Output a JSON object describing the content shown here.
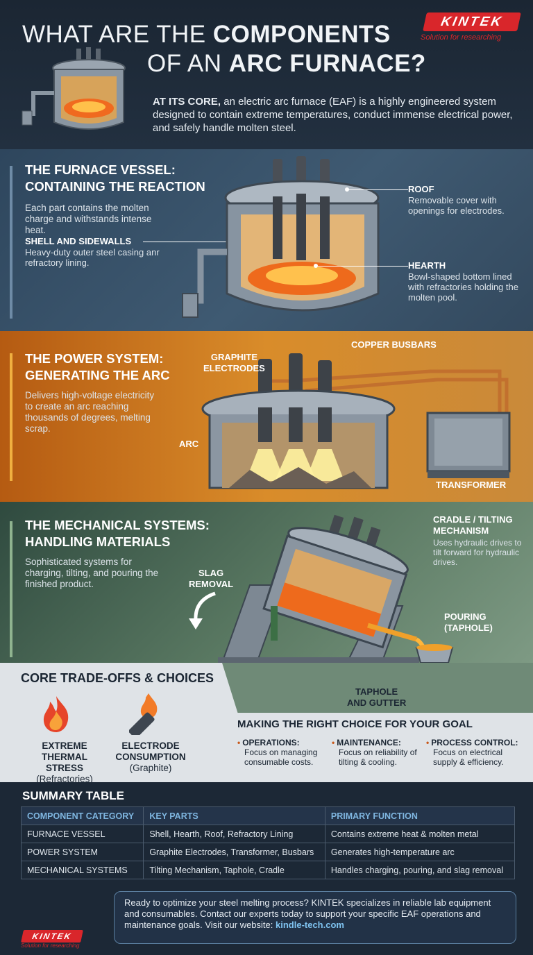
{
  "header": {
    "title_line1_light": "WHAT ARE THE",
    "title_line1_bold": "COMPONENTS",
    "title_line2_light": "OF AN",
    "title_line2_bold": "ARC FURNACE?",
    "logo_text": "KINTEK",
    "logo_tagline": "Solution for researching",
    "intro_bold": "AT ITS CORE,",
    "intro_text": " an electric arc furnace (EAF) is a highly engineered system designed to contain extreme temperatures, conduct immense electrical power, and safely handle molten steel."
  },
  "vessel": {
    "heading_line1": "THE FURNACE VESSEL:",
    "heading_line2": "CONTAINING THE REACTION",
    "desc": "Each part contains the molten charge and withstands intense heat.",
    "shell_label": "SHELL AND SIDEWALLS",
    "shell_desc": "Heavy-duty outer steel casing anr refractory lining.",
    "roof_label": "ROOF",
    "roof_desc": "Removable cover with openings for electrodes.",
    "hearth_label": "HEARTH",
    "hearth_desc": "Bowl-shaped bottom lined with refractories holding the molten pool."
  },
  "power": {
    "heading_line1": "THE POWER SYSTEM:",
    "heading_line2": "GENERATING THE ARC",
    "desc": "Delivers high-voltage electricity to create an arc reaching thousands of degrees, melting scrap.",
    "electrodes_line1": "GRAPHITE",
    "electrodes_line2": "ELECTRODES",
    "busbars_label": "COPPER BUSBARS",
    "arc_label": "ARC",
    "transformer_label": "TRANSFORMER"
  },
  "mechanical": {
    "heading_line1": "THE MECHANICAL SYSTEMS:",
    "heading_line2": "HANDLING MATERIALS",
    "desc": "Sophisticated systems for charging, tilting, and pouring the finished product.",
    "slag_line1": "SLAG",
    "slag_line2": "REMOVAL",
    "cradle_line1": "CRADLE / TILTING",
    "cradle_line2": "MECHANISM",
    "cradle_desc": "Uses hydraulic drives to tilt forward for hydraulic drives.",
    "pouring_line1": "POURING",
    "pouring_line2": "(TAPHOLE)",
    "taphole_line1": "TAPHOLE",
    "taphole_line2": "AND GUTTER"
  },
  "tradeoffs": {
    "title": "CORE TRADE-OFFS & CHOICES",
    "item1_line1": "EXTREME",
    "item1_line2": "THERMAL STRESS",
    "item1_sub": "(Refractories)",
    "item2_line1": "ELECTRODE",
    "item2_line2": "CONSUMPTION",
    "item2_sub": "(Graphite)",
    "choice_title": "MAKING THE RIGHT CHOICE FOR YOUR GOAL",
    "ops_label": "OPERATIONS:",
    "ops_desc": "Focus on managing consumable costs.",
    "maint_label": "MAINTENANCE:",
    "maint_desc": "Focus on reliability of tilting & cooling.",
    "proc_label": "PROCESS CONTROL:",
    "proc_desc": "Focus on electrical supply & efficiency."
  },
  "summary": {
    "title": "SUMMARY TABLE",
    "headers": [
      "COMPONENT CATEGORY",
      "KEY PARTS",
      "PRIMARY FUNCTION"
    ],
    "rows": [
      [
        "FURNACE VESSEL",
        "Shell, Hearth, Roof, Refractory Lining",
        "Contains extreme heat & molten metal"
      ],
      [
        "POWER SYSTEM",
        "Graphite Electrodes, Transformer, Busbars",
        "Generates high-temperature arc"
      ],
      [
        "MECHANICAL SYSTEMS",
        "Tilting Mechanism, Taphole, Cradle",
        "Handles charging, pouring, and slag removal"
      ]
    ],
    "cta_text": "Ready to optimize your steel melting process? KINTEK specializes in reliable lab equipment and consumables. Contact our experts today to support your specific EAF operations and maintenance goals. Visit our website: ",
    "cta_link": "kindle-tech.com"
  },
  "colors": {
    "vessel_bar": "#6e8ba6",
    "power_bar": "#f0b040",
    "mech_bar": "#8fb38f",
    "brand_red": "#d9262b"
  }
}
